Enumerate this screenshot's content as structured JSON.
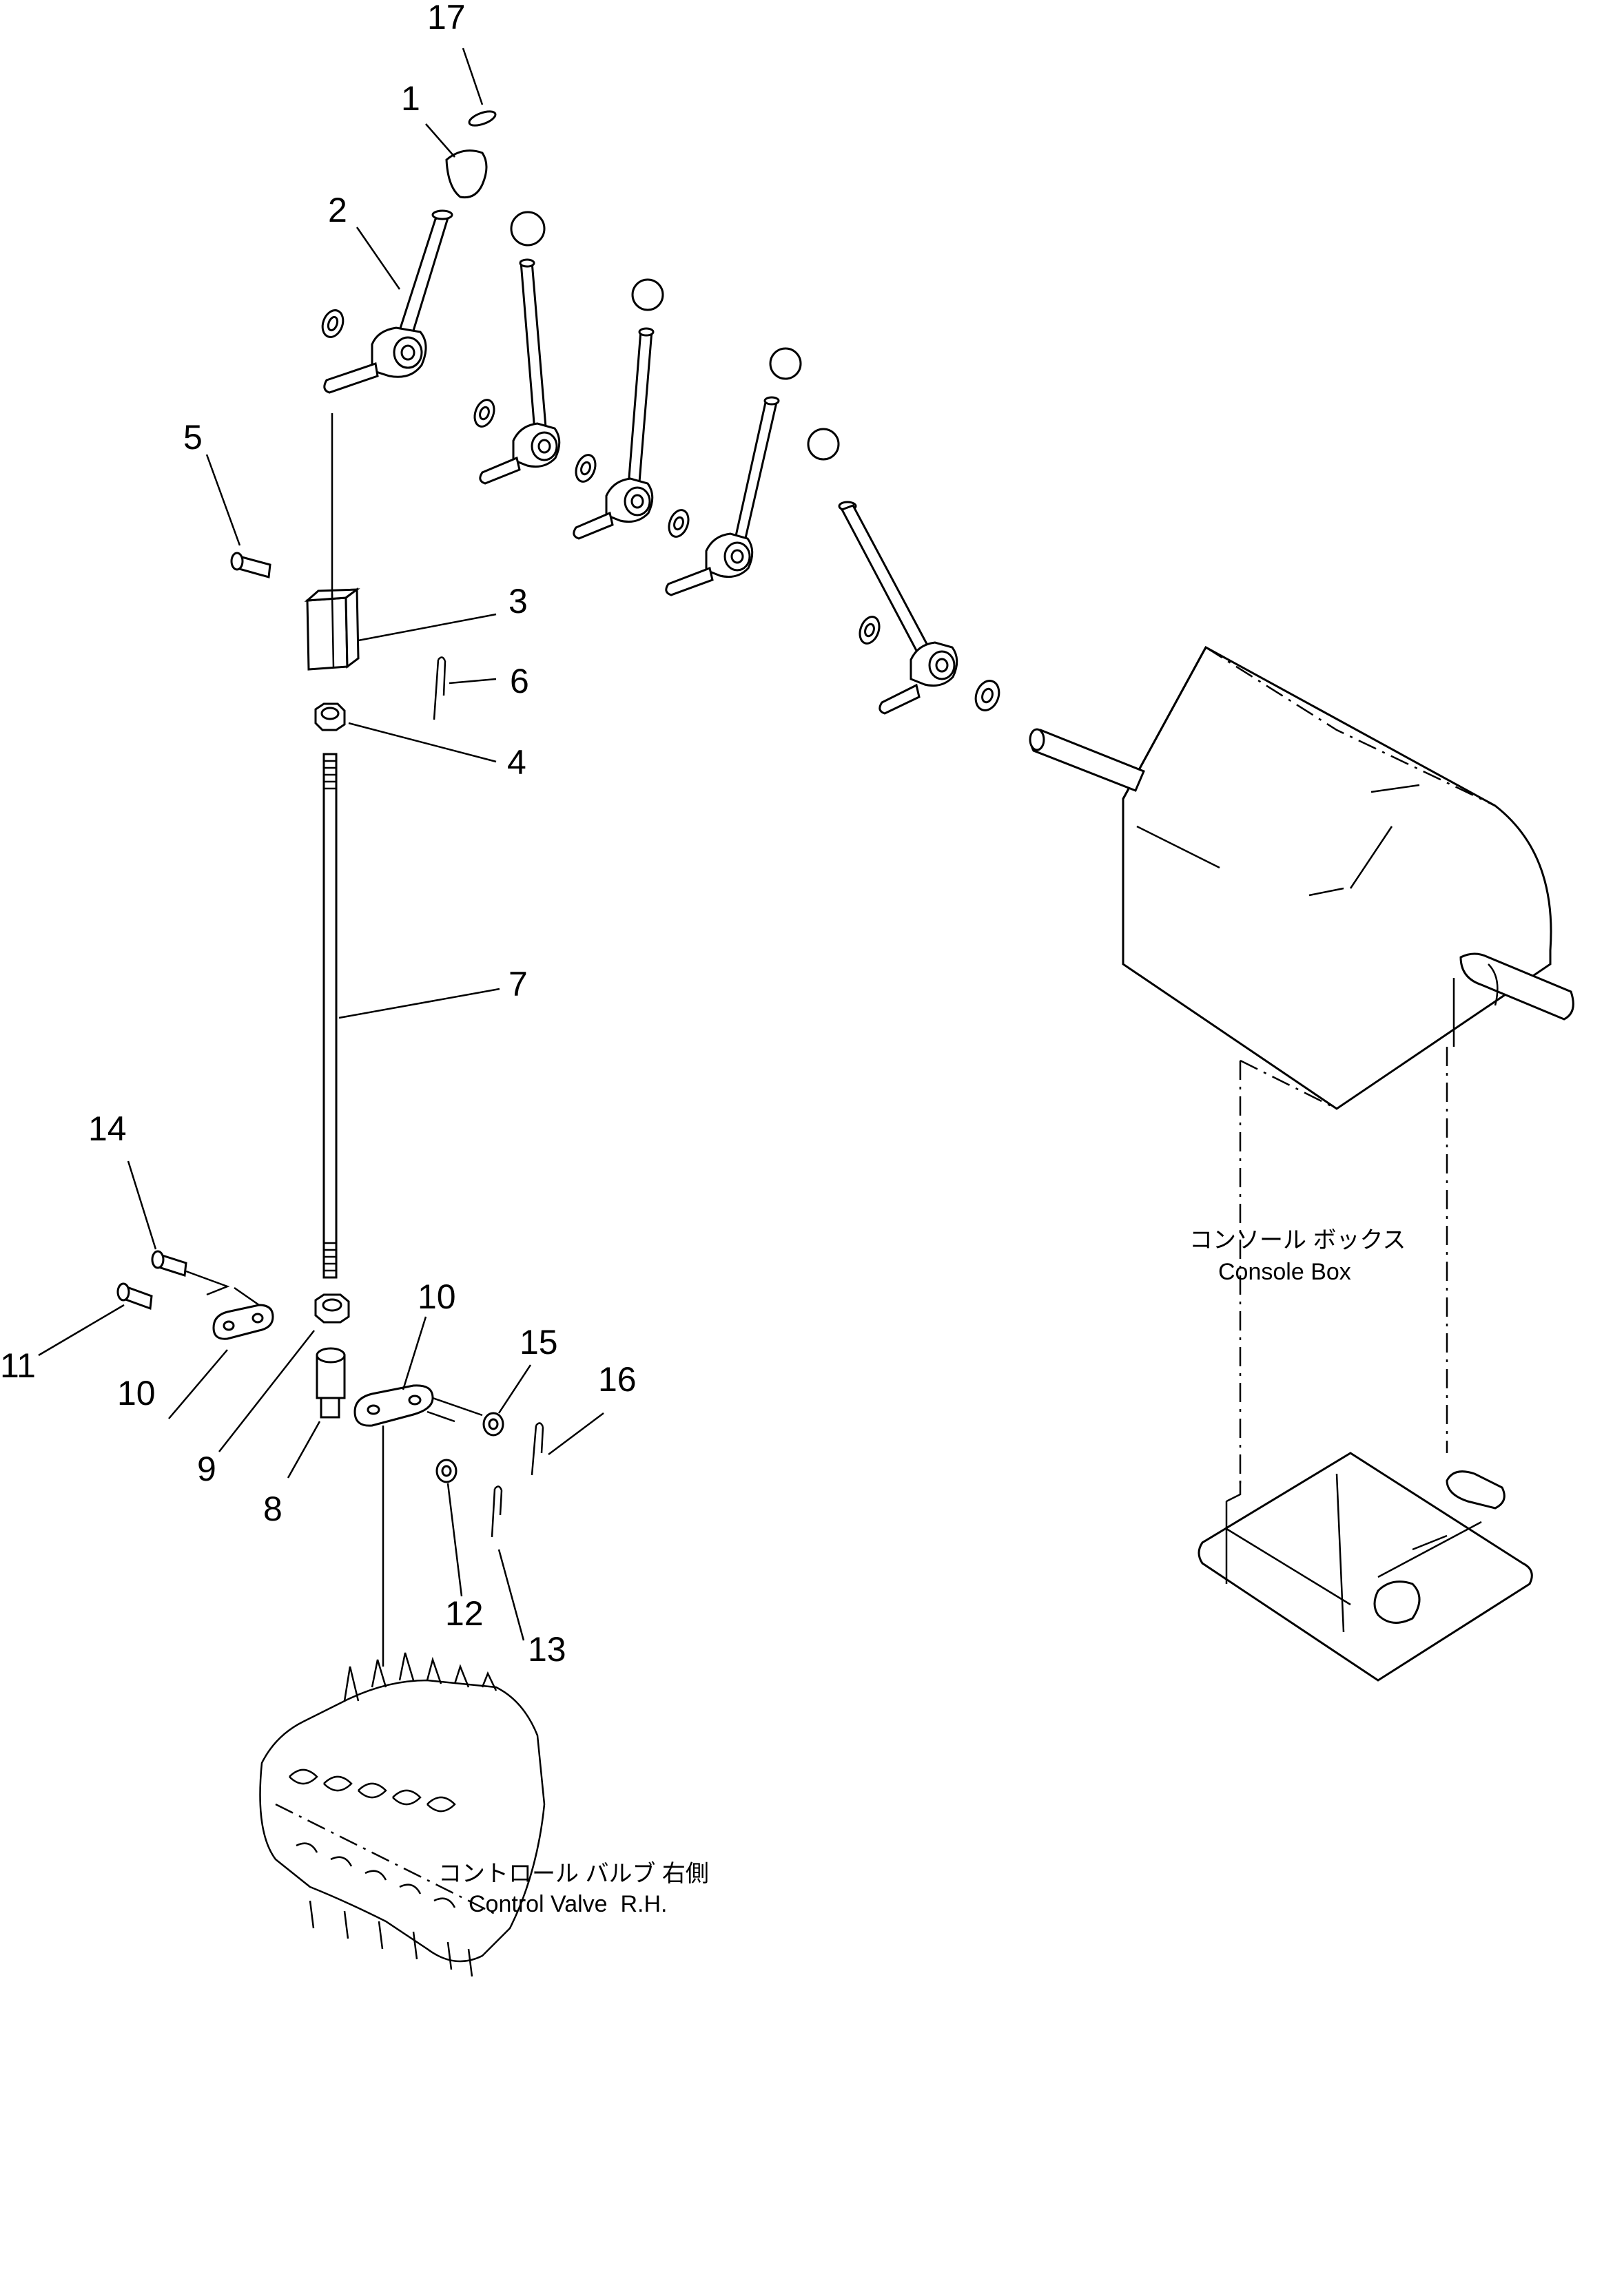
{
  "callouts": {
    "c1": "1",
    "c2": "2",
    "c3": "3",
    "c4": "4",
    "c5": "5",
    "c6": "6",
    "c7": "7",
    "c8": "8",
    "c9": "9",
    "c10a": "10",
    "c10b": "10",
    "c11": "11",
    "c12": "12",
    "c13": "13",
    "c14": "14",
    "c15": "15",
    "c16": "16",
    "c17": "17"
  },
  "labels": {
    "console_box_jp": "コンソール ボックス",
    "console_box_en": "Console Box",
    "control_valve_jp": "コントロール バルブ 右側",
    "control_valve_en": "Control Valve  R.H."
  }
}
